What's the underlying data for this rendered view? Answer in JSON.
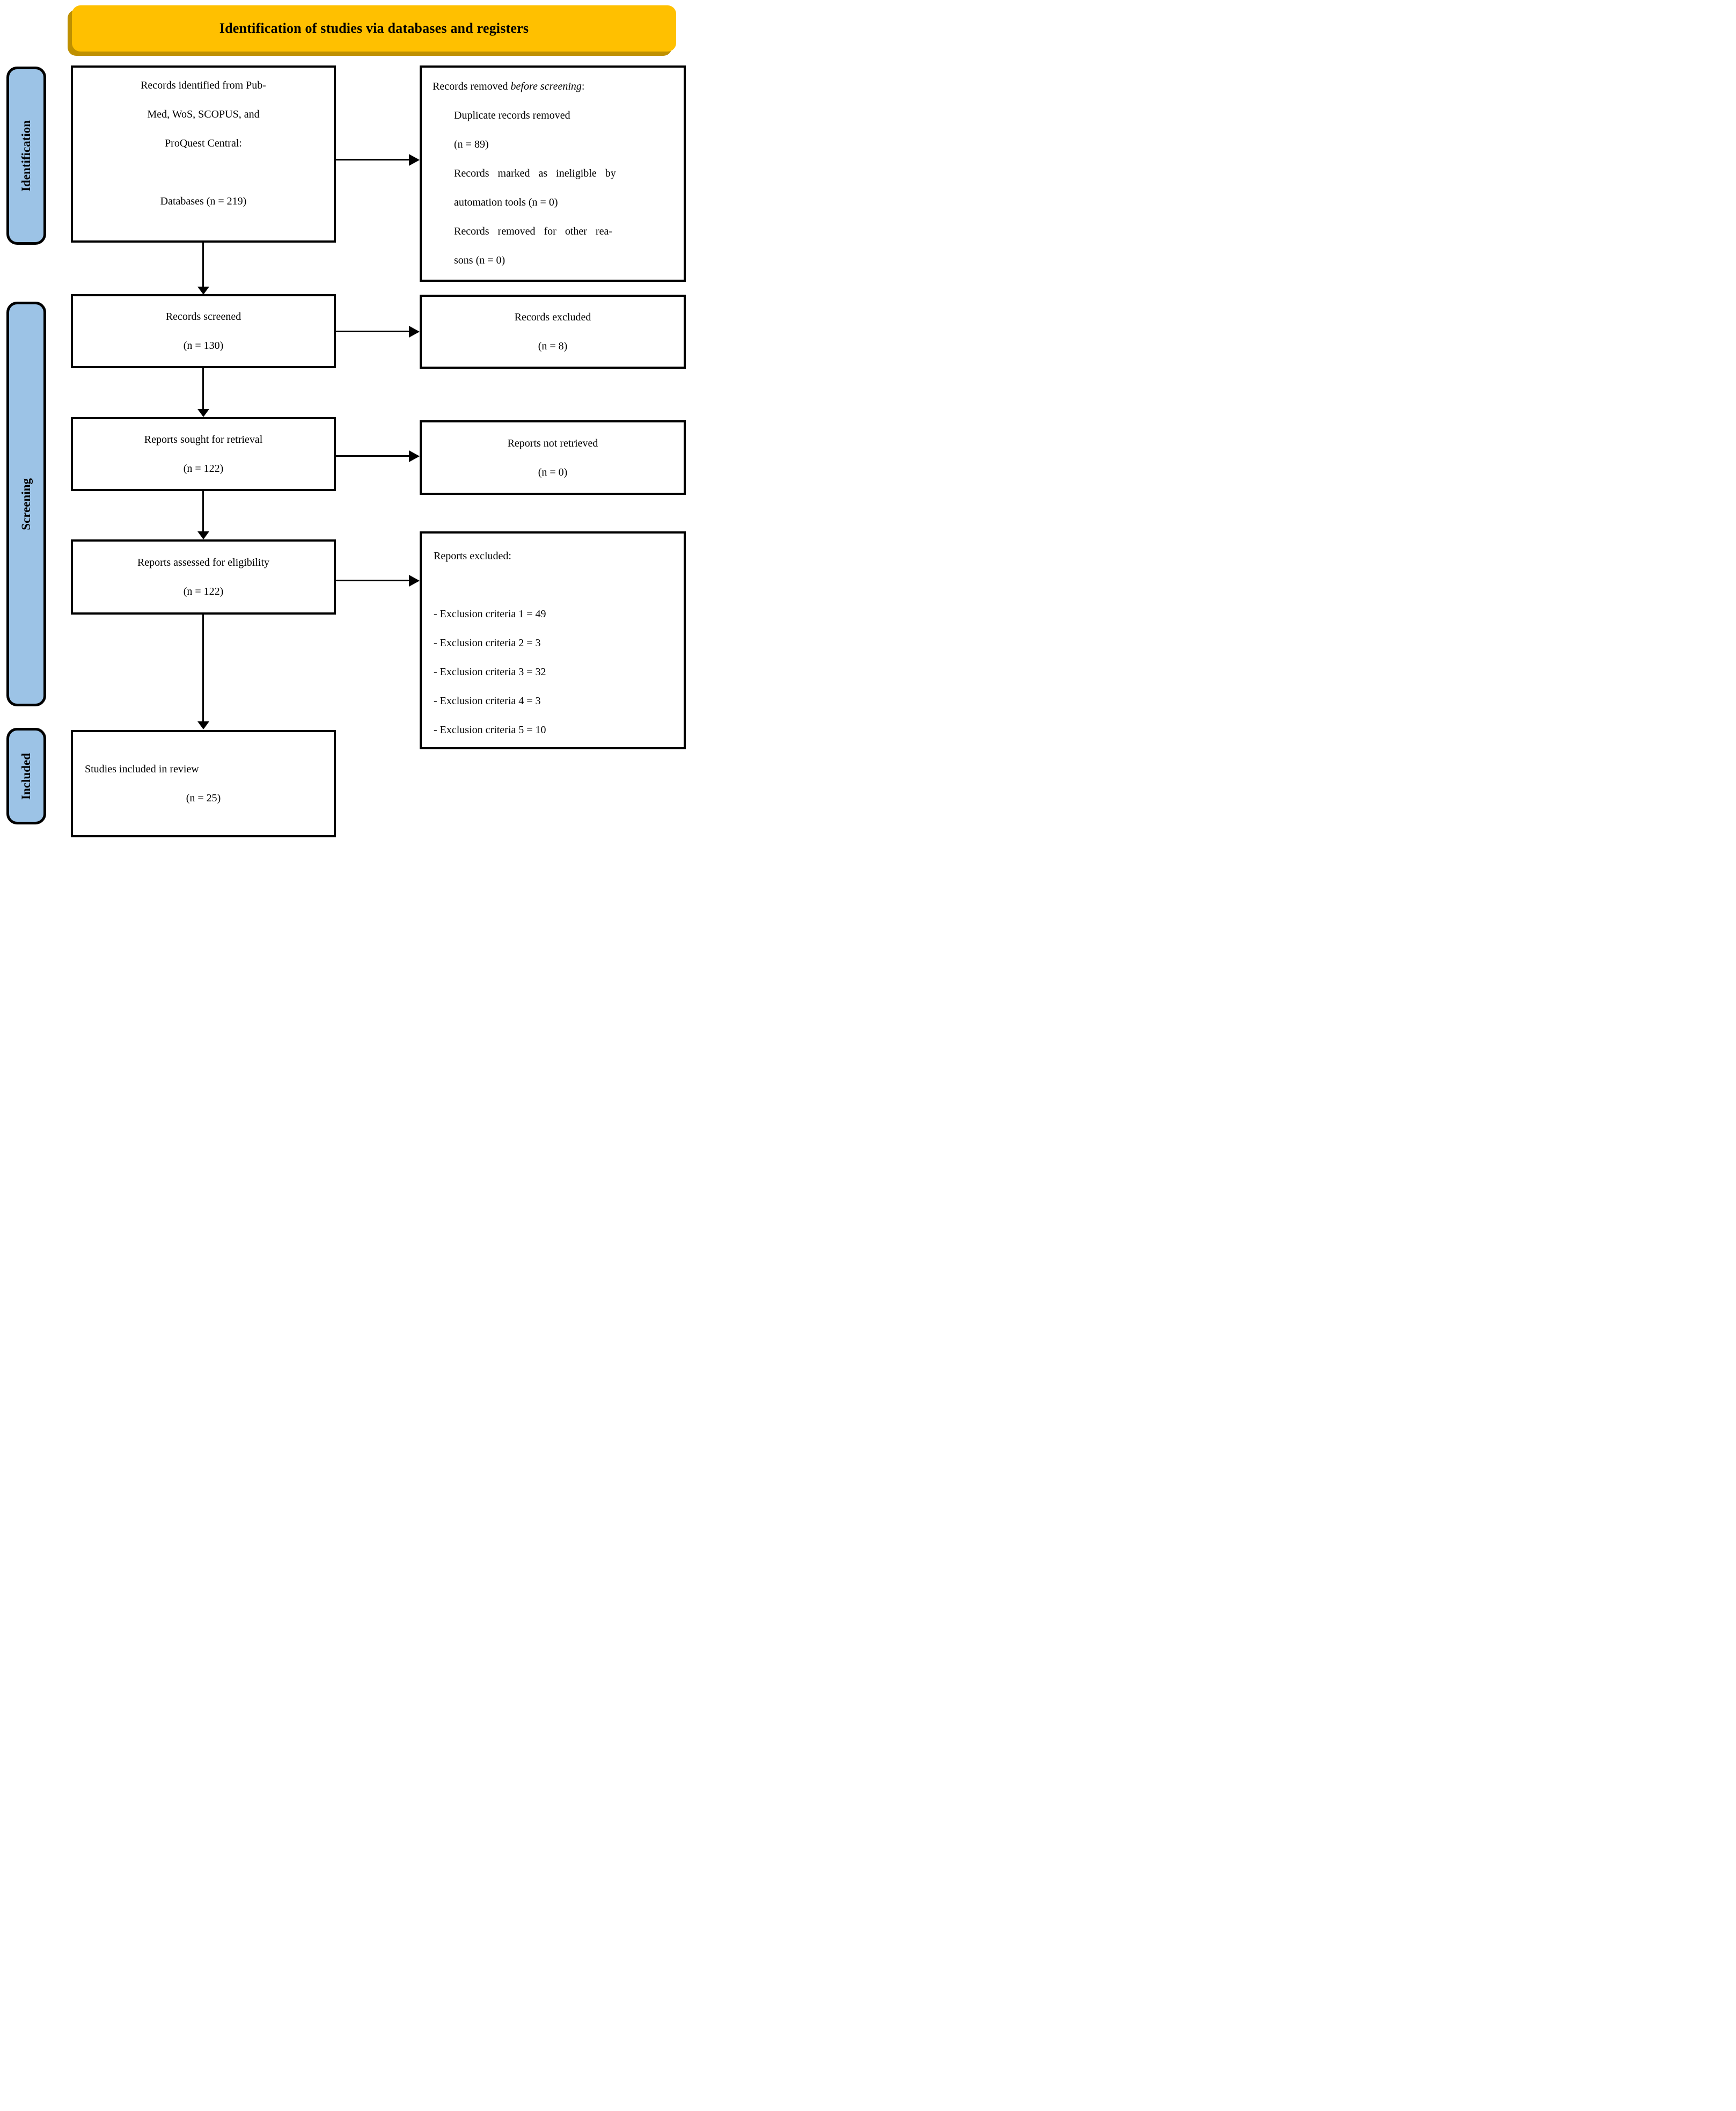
{
  "header": {
    "title": "Identification of studies via databases and registers"
  },
  "stages": {
    "identification": "Identification",
    "screening": "Screening",
    "included": "Included"
  },
  "boxes": {
    "records_identified": {
      "line1": "Records identified from Pub-",
      "line2": "Med, WoS, SCOPUS, and",
      "line3": "ProQuest Central:",
      "line4": "Databases (n = 219)"
    },
    "records_removed": {
      "intro_prefix": "Records removed ",
      "intro_italic": "before screening",
      "intro_suffix": ":",
      "item1_line1": "Duplicate records removed",
      "item1_line2": "(n = 89)",
      "item2_line1": "Records marked as ineligible by",
      "item2_line2": "automation tools (n = 0)",
      "item3_line1": "Records removed for other rea-",
      "item3_line2": "sons (n = 0)"
    },
    "records_screened": {
      "line1": "Records screened",
      "line2": "(n = 130)"
    },
    "records_excluded": {
      "line1": "Records excluded",
      "line2": "(n = 8)"
    },
    "reports_sought": {
      "line1": "Reports sought for retrieval",
      "line2": "(n = 122)"
    },
    "reports_not_retrieved": {
      "line1": "Reports not retrieved",
      "line2": "(n = 0)"
    },
    "reports_assessed": {
      "line1": "Reports assessed for eligibility",
      "line2": "(n = 122)"
    },
    "reports_excluded": {
      "title": "Reports excluded:",
      "items": [
        "- Exclusion criteria 1 = 49",
        "- Exclusion criteria 2 = 3",
        "- Exclusion criteria 3 = 32",
        "- Exclusion criteria 4 = 3",
        "- Exclusion criteria 5 = 10"
      ]
    },
    "studies_included": {
      "line1": "Studies included in review",
      "line2": "(n = 25)"
    }
  },
  "colors": {
    "banner_fill": "#FFC000",
    "banner_shadow": "#BF9000",
    "stage_fill": "#9CC3E6",
    "line_color": "#000000"
  }
}
